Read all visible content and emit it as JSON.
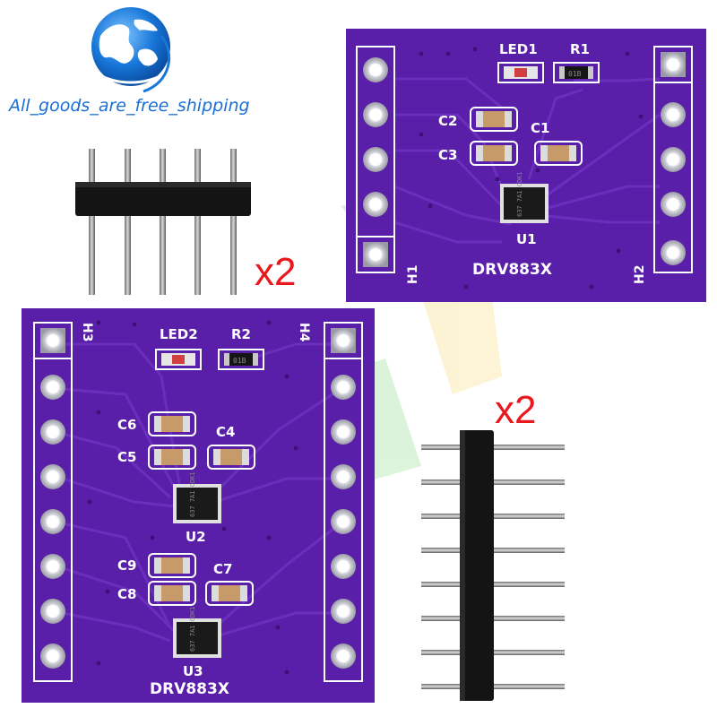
{
  "brand": {
    "text": "All_goods_are_free_shipping",
    "color": "#1a6fd4",
    "logo": "globe-logo"
  },
  "colors": {
    "pcb": "#5a1fa8",
    "silkscreen": "#ffffff",
    "quantity": "#e8181d"
  },
  "board_small": {
    "labels": {
      "led": "LED1",
      "resistor": "R1",
      "cap1": "C1",
      "cap2": "C2",
      "cap3": "C3",
      "chip": "U1",
      "name": "DRV883X",
      "header_left": "H1",
      "header_right": "H2",
      "resistor_mark": "01B",
      "chip_mark": "637 7A1 CDK1"
    }
  },
  "board_large": {
    "labels": {
      "led": "LED2",
      "resistor": "R2",
      "cap4": "C4",
      "cap5": "C5",
      "cap6": "C6",
      "cap7": "C7",
      "cap8": "C8",
      "cap9": "C9",
      "chip_top": "U2",
      "chip_bottom": "U3",
      "name": "DRV883X",
      "header_left": "H3",
      "header_right": "H4",
      "resistor_mark": "01B",
      "chip_mark": "637 7A1 CDK1"
    }
  },
  "pin_headers": {
    "horizontal_qty": "x2",
    "vertical_qty": "x2"
  }
}
